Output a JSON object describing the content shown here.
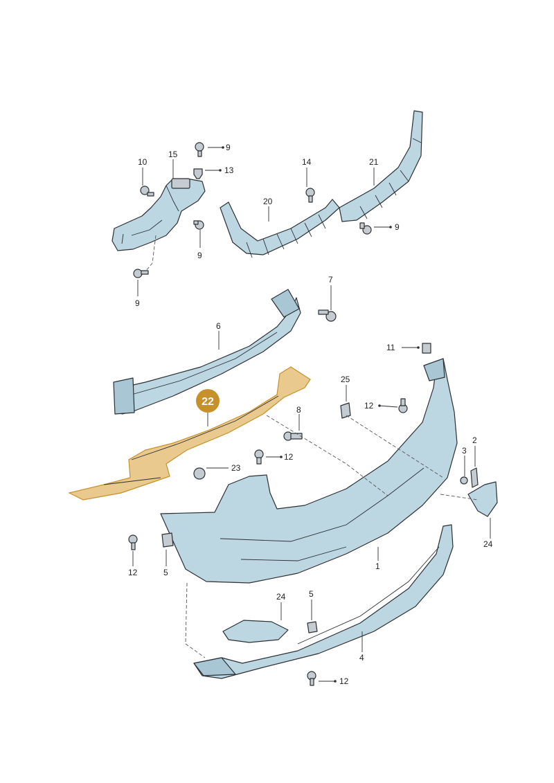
{
  "callouts": {
    "c1": "1",
    "c2": "2",
    "c3": "3",
    "c4": "4",
    "c5a": "5",
    "c5b": "5",
    "c6": "6",
    "c7": "7",
    "c8": "8",
    "c9a": "9",
    "c9b": "9",
    "c9c": "9",
    "c9d": "9",
    "c10": "10",
    "c11": "11",
    "c12a": "12",
    "c12b": "12",
    "c12c": "12",
    "c12d": "12",
    "c13": "13",
    "c14": "14",
    "c15": "15",
    "c20": "20",
    "c21": "21",
    "c22": "22",
    "c23": "23",
    "c24a": "24",
    "c24b": "24",
    "c25": "25"
  },
  "colors": {
    "part_fill": "#bcd6e2",
    "highlight_fill": "#e9c98e",
    "highlight_badge": "#c6902a"
  }
}
